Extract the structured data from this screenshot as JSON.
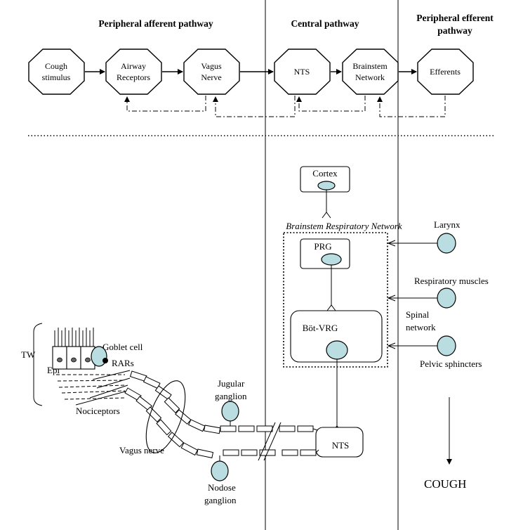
{
  "headers": {
    "afferent": "Peripheral afferent pathway",
    "central": "Central pathway",
    "efferent_line1": "Peripheral efferent",
    "efferent_line2": "pathway"
  },
  "flow_nodes": [
    {
      "line1": "Cough",
      "line2": "stimulus"
    },
    {
      "line1": "Airway",
      "line2": "Receptors"
    },
    {
      "line1": "Vagus",
      "line2": "Nerve"
    },
    {
      "line1": "NTS",
      "line2": ""
    },
    {
      "line1": "Brainstem",
      "line2": "Network"
    },
    {
      "line1": "Efferents",
      "line2": ""
    }
  ],
  "anatomy": {
    "cortex": "Cortex",
    "brainstem_network": "Brainstem Respiratory Network",
    "prg": "PRG",
    "bot_vrg": "Böt-VRG",
    "nts": "NTS",
    "larynx": "Larynx",
    "respiratory_muscles": "Respiratory muscles",
    "spinal_line1": "Spinal",
    "spinal_line2": "network",
    "pelvic": "Pelvic sphincters",
    "cough": "COUGH",
    "tw": "TW",
    "epi": "Epi",
    "goblet": "Goblet cell",
    "rars": "RARs",
    "nociceptors": "Nociceptors",
    "vagus_nerve": "Vagus nerve",
    "jugular_line1": "Jugular",
    "jugular_line2": "ganglion",
    "nodose_line1": "Nodose",
    "nodose_line2": "ganglion"
  },
  "colors": {
    "neuron_fill": "#b9dde0",
    "line": "#000000"
  }
}
